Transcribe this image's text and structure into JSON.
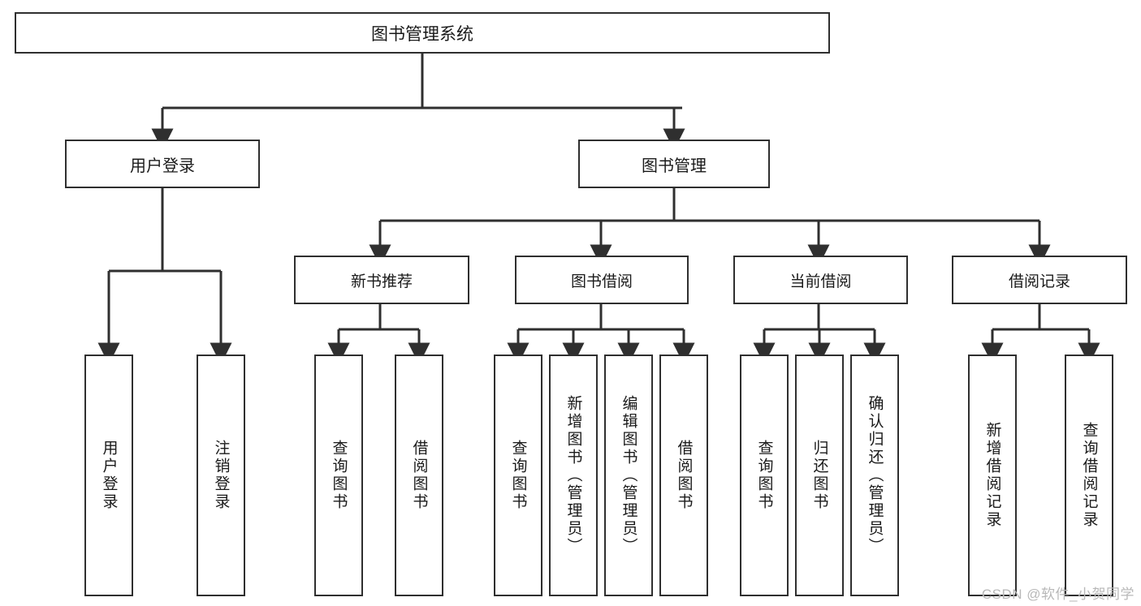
{
  "diagram": {
    "title": "图书管理系统",
    "root": {
      "label": "图书管理系统"
    },
    "level2": [
      {
        "label": "用户登录"
      },
      {
        "label": "图书管理"
      }
    ],
    "level3": [
      {
        "label": "新书推荐"
      },
      {
        "label": "图书借阅"
      },
      {
        "label": "当前借阅"
      },
      {
        "label": "借阅记录"
      }
    ],
    "leaves": {
      "user_login": [
        {
          "label": "用户登录"
        },
        {
          "label": "注销登录"
        }
      ],
      "new_book_recommend": [
        {
          "label": "查询图书"
        },
        {
          "label": "借阅图书"
        }
      ],
      "book_borrow": [
        {
          "label": "查询图书"
        },
        {
          "label": "新增图书（管理员）"
        },
        {
          "label": "编辑图书（管理员）"
        },
        {
          "label": "借阅图书"
        }
      ],
      "current_borrow": [
        {
          "label": "查询图书"
        },
        {
          "label": "归还图书"
        },
        {
          "label": "确认归还（管理员）"
        }
      ],
      "borrow_record": [
        {
          "label": "新增借阅记录"
        },
        {
          "label": "查询借阅记录"
        }
      ]
    }
  },
  "watermark": {
    "text": "CSDN @软件_小贺同学"
  },
  "colors": {
    "stroke": "#2f2f2f",
    "background": "#ffffff",
    "text": "#1a1a1a",
    "watermark": "#b8b8b8"
  }
}
